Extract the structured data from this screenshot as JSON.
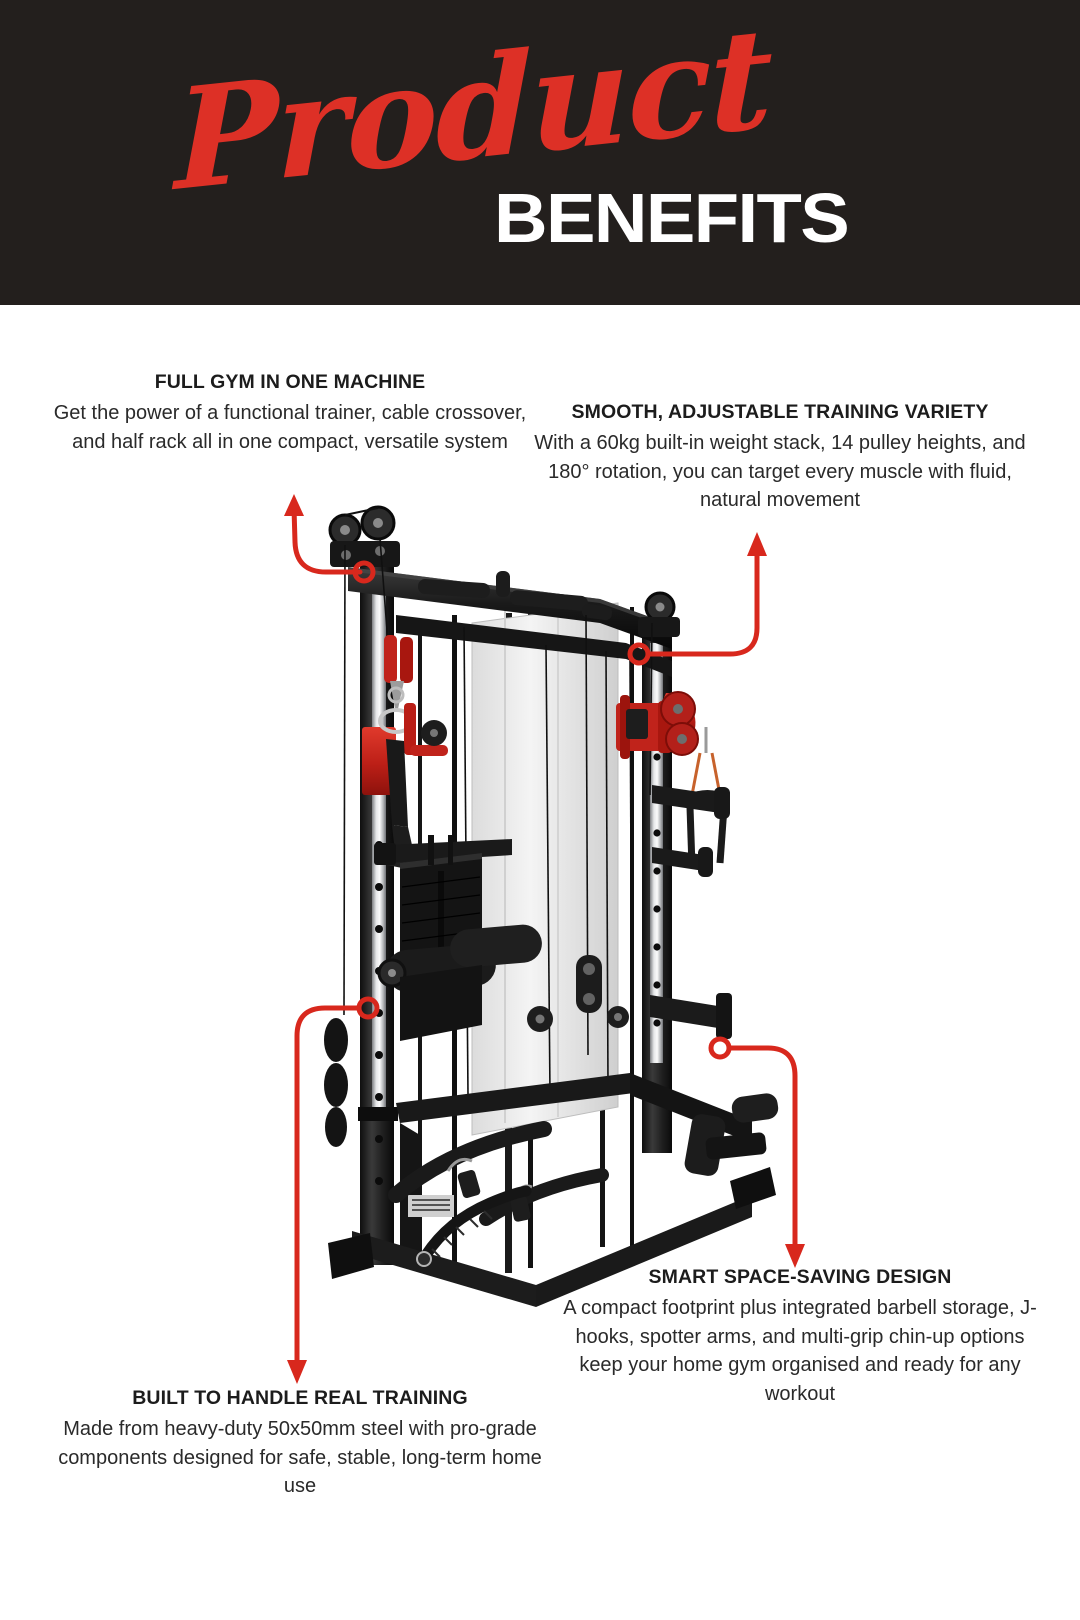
{
  "header": {
    "title_script": "Product",
    "title_block": "BENEFITS",
    "background_color": "#231f1d",
    "script_color": "#dd3026",
    "block_color": "#ffffff"
  },
  "accent_color": "#d8281d",
  "callouts": [
    {
      "id": "full-gym",
      "title": "FULL GYM IN ONE MACHINE",
      "body": "Get the power of a functional trainer, cable crossover, and half rack all in one compact, versatile system"
    },
    {
      "id": "smooth",
      "title": "SMOOTH, ADJUSTABLE TRAINING VARIETY",
      "body": "With a 60kg built-in weight stack, 14 pulley heights, and 180° rotation, you can target every muscle with fluid, natural movement"
    },
    {
      "id": "built",
      "title": "BUILT TO HANDLE REAL TRAINING",
      "body": "Made from heavy-duty 50x50mm steel with pro-grade components designed for safe, stable, long-term home use"
    },
    {
      "id": "smart",
      "title": "SMART SPACE-SAVING DESIGN",
      "body": "A compact footprint plus integrated barbell storage, J-hooks, spotter arms, and multi-grip chin-up options keep your home gym organised and ready for any workout"
    }
  ],
  "product": {
    "name": "functional-trainer-half-rack",
    "frame_color": "#1b1b1b",
    "accent_color": "#c0231b",
    "chrome_color": "#c9cacc"
  }
}
